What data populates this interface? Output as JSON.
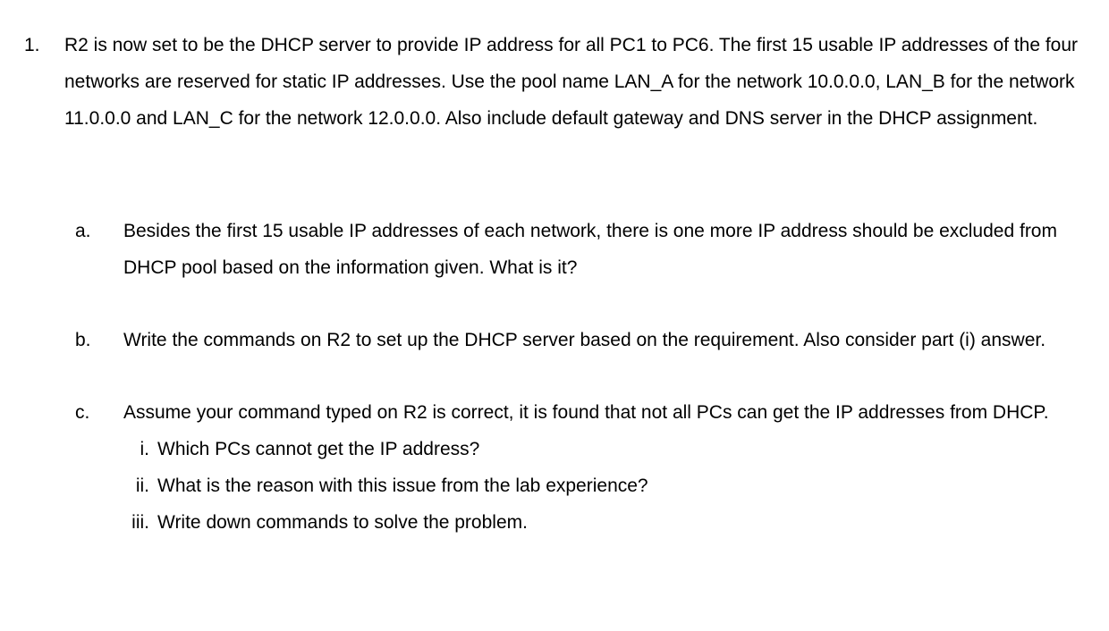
{
  "document": {
    "background_color": "#ffffff",
    "text_color": "#000000"
  },
  "question": {
    "marker": "1.",
    "text": "R2 is now set to be the DHCP server to provide IP address for all PC1 to PC6. The first 15 usable IP addresses of the four networks are reserved for static IP addresses. Use the pool name LAN_A for the network 10.0.0.0, LAN_B for the network 11.0.0.0 and LAN_C for the network 12.0.0.0. Also include default gateway and DNS server in the DHCP assignment.",
    "sub_items": [
      {
        "marker": "a.",
        "text": "Besides the first 15 usable IP addresses of each network, there is one more IP address should be excluded from DHCP pool based on the information given. What is it?"
      },
      {
        "marker": "b.",
        "text": "Write the commands on R2 to set up the DHCP server based on the requirement. Also consider part (i) answer."
      },
      {
        "marker": "c.",
        "text": "Assume your command typed on R2 is correct, it is found that not all PCs can get the IP addresses from DHCP.",
        "roman_items": [
          {
            "marker": "i.",
            "text": "Which PCs cannot get the IP address?"
          },
          {
            "marker": "ii.",
            "text": "What is the reason with this issue from the lab experience?"
          },
          {
            "marker": "iii.",
            "text": "Write down commands to solve the problem."
          }
        ]
      }
    ]
  }
}
